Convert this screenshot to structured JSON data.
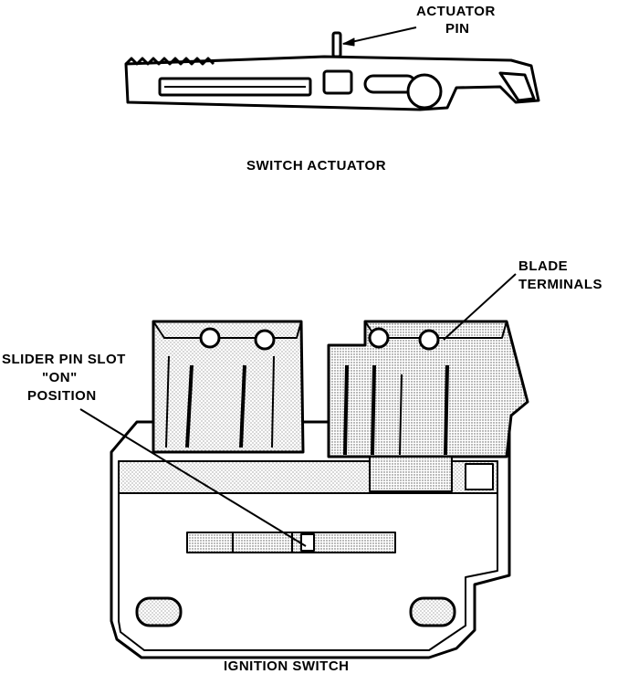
{
  "labels": {
    "actuator_pin_line1": "ACTUATOR",
    "actuator_pin_line2": "PIN",
    "switch_actuator": "SWITCH ACTUATOR",
    "blade_terminals_line1": "BLADE",
    "blade_terminals_line2": "TERMINALS",
    "slider_pin_line1": "SLIDER PIN SLOT",
    "slider_pin_line2": "\"ON\"",
    "slider_pin_line3": "POSITION",
    "ignition_switch": "IGNITION SWITCH"
  },
  "colors": {
    "ink": "#000000",
    "paper": "#ffffff",
    "stipple": "#c8c8c8"
  }
}
